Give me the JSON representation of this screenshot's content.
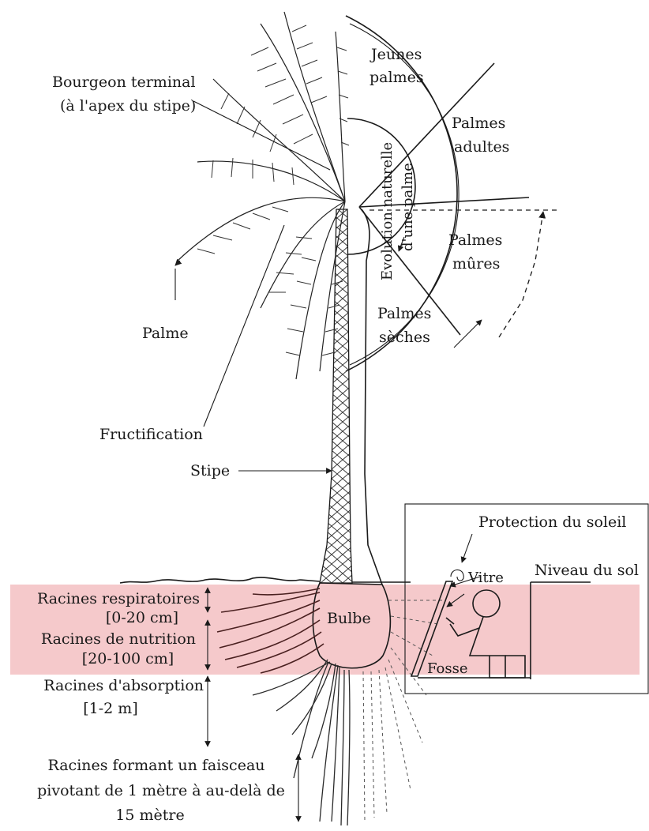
{
  "zone_colors": {
    "root_band": "#f5c9cb"
  },
  "labels": {
    "bourgeon_line1": "Bourgeon terminal",
    "bourgeon_line2": "(à l'apex du stipe)",
    "palme": "Palme",
    "fructification": "Fructification",
    "stipe": "Stipe",
    "jeunes_line1": "Jeunes",
    "jeunes_line2": "palmes",
    "adultes_line1": "Palmes",
    "adultes_line2": "adultes",
    "mures_line1": "Palmes",
    "mures_line2": "mûres",
    "seches_line1": "Palmes",
    "seches_line2": "sèches",
    "evolution_line1": "Evolution naturelle",
    "evolution_line2": "d'une palme",
    "protection": "Protection du soleil",
    "vitre": "Vitre",
    "niveau_sol": "Niveau du sol",
    "bulbe": "Bulbe",
    "fosse": "Fosse",
    "resp_line1": "Racines respiratoires",
    "resp_line2": "[0-20 cm]",
    "nutr_line1": "Racines de nutrition",
    "nutr_line2": "[20-100 cm]",
    "abs_line1": "Racines d'absorption",
    "abs_line2": "[1-2 m]",
    "faisceau_line1": "Racines formant un faisceau",
    "faisceau_line2": "pivotant de 1 mètre à au-delà de",
    "faisceau_line3": "15 mètre"
  }
}
